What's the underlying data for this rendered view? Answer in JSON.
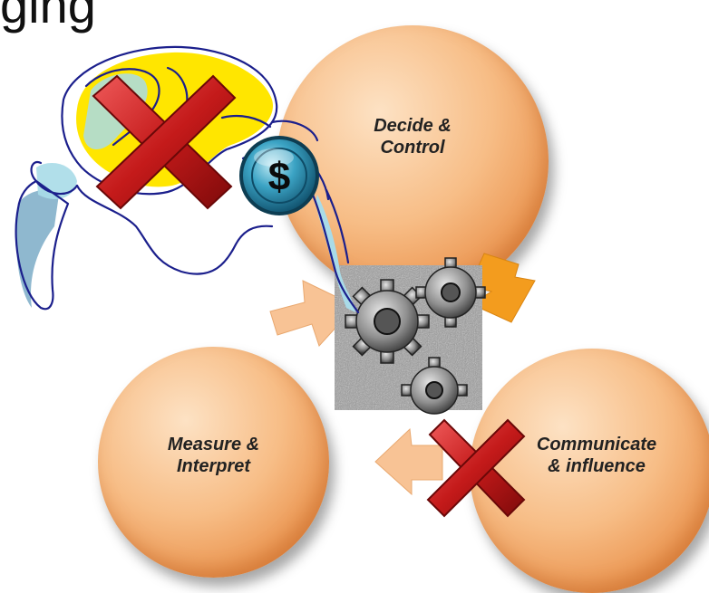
{
  "title_fragment": "ging",
  "cycle": [
    {
      "id": "decide",
      "label": "Decide &\nControl"
    },
    {
      "id": "communicate",
      "label": "Communicate\n& influence"
    },
    {
      "id": "measure",
      "label": "Measure &\nInterpret"
    }
  ],
  "dollar_symbol": "$",
  "colors": {
    "circle_fill": "#f7bd86",
    "arrow_light": "#f8c395",
    "arrow_dark": "#f39c1e",
    "x_red": "#c41a1a",
    "dollar_teal": "#2b8fb0",
    "highlight_yellow": "#ffe600",
    "ink_blue": "#1b1f8c"
  }
}
